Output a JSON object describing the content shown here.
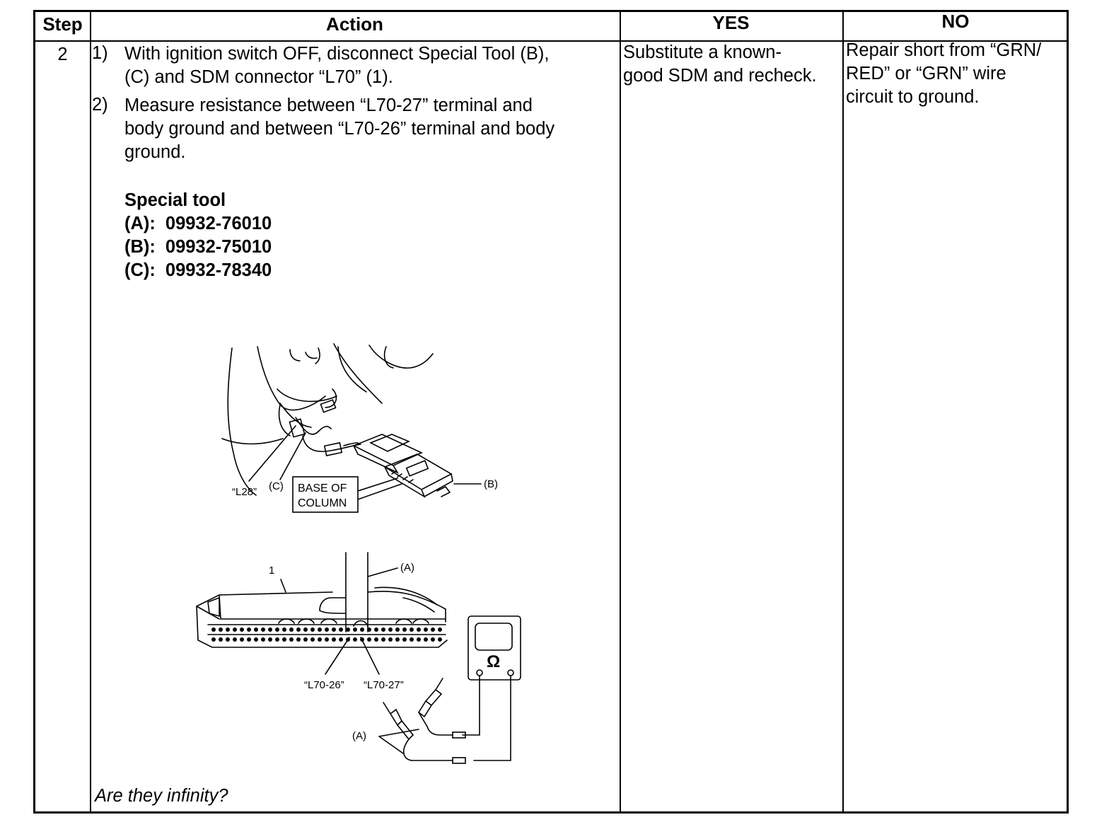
{
  "table": {
    "headers": {
      "step": "Step",
      "action": "Action",
      "yes": "YES",
      "no": "NO"
    },
    "row": {
      "step": "2",
      "action": {
        "items": [
          {
            "num": "1)",
            "text_line1": "With ignition switch OFF, disconnect Special Tool (B),",
            "text_line2": "(C) and SDM connector “L70” (1)."
          },
          {
            "num": "2)",
            "text_line1": "Measure resistance between “L70-27” terminal and",
            "text_line2": "body ground and between “L70-26” terminal and body",
            "text_line3": "ground."
          }
        ],
        "special_tool": {
          "heading": "Special tool",
          "tools": [
            {
              "label": "(A):",
              "code": "09932-76010"
            },
            {
              "label": "(B):",
              "code": "09932-75010"
            },
            {
              "label": "(C):",
              "code": "09932-78340"
            }
          ]
        },
        "figure_top_labels": {
          "l28": "“L28”",
          "c": "(C)",
          "base_of_line1": "BASE OF",
          "base_of_line2": "COLUMN",
          "b": "(B)"
        },
        "figure_bottom_labels": {
          "one": "1",
          "a_top": "(A)",
          "l70_26": "“L70-26”",
          "l70_27": "“L70-27”",
          "ohm": "Ω",
          "a_bottom": "(A)"
        },
        "question": "Are they infinity?"
      },
      "yes": {
        "line1": "Substitute a known-",
        "line2": "good SDM and recheck."
      },
      "no": {
        "line1": "Repair short from “GRN/",
        "line2": "RED” or “GRN” wire",
        "line3": "circuit to ground."
      }
    }
  }
}
